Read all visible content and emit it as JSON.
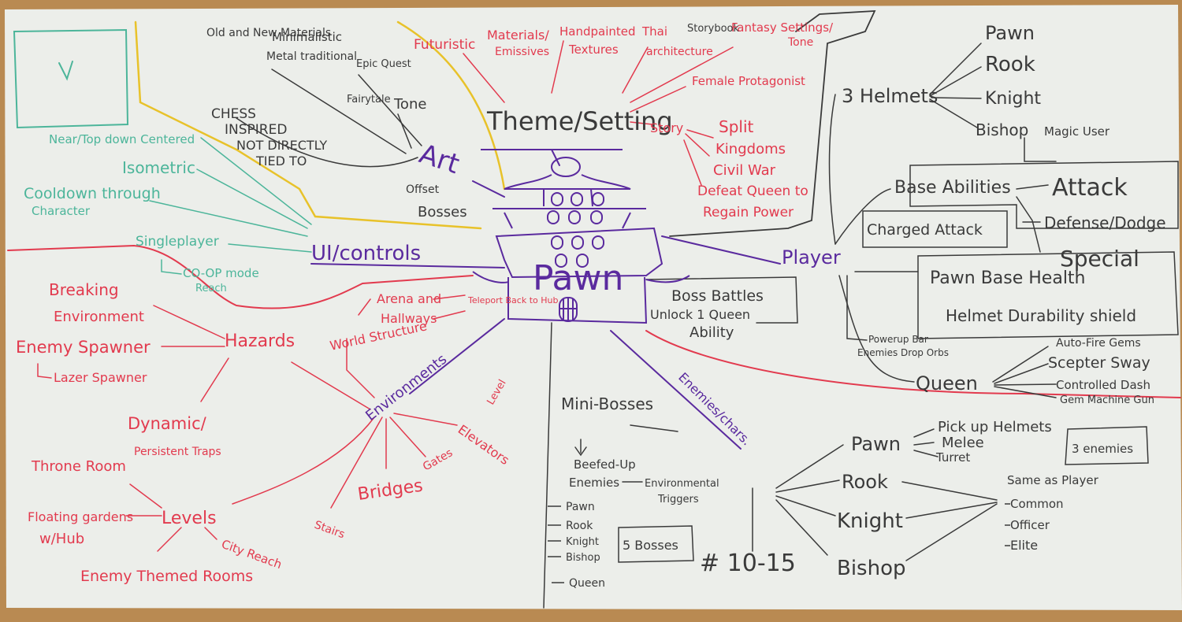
{
  "colors": {
    "frame": "#b98a52",
    "board": "#eceeea",
    "red": "#e23a4e",
    "purple": "#5a2a9e",
    "black": "#3a3a3a",
    "teal": "#4cb59a",
    "yellow": "#e8c22a"
  },
  "center": {
    "title": "Pawn"
  },
  "art": {
    "label": "Art",
    "items": [
      "Old and New Materials",
      "Minimalistic",
      "Metal traditional",
      "Epic Quest",
      "Fairytale",
      "Tone",
      "CHESS",
      "INSPIRED",
      "NOT DIRECTLY",
      "TIED TO",
      "Offset",
      "Bosses"
    ]
  },
  "theme": {
    "label": "Theme/Setting",
    "items": [
      "Futuristic",
      "Materials/",
      "Emissives",
      "Handpainted",
      "Textures",
      "Thai",
      "architecture",
      "Storybook",
      "Fantasy Settings/",
      "Tone",
      "Female Protagonist"
    ]
  },
  "story": {
    "label": "Story",
    "items": [
      "Split",
      "Kingdoms",
      "Civil War",
      "Defeat Queen to",
      "Regain Power"
    ]
  },
  "ui": {
    "label": "UI/controls",
    "items": [
      "Near/Top down Centered",
      "Isometric",
      "Cooldown through",
      "Character",
      "Singleplayer",
      "CO-OP mode",
      "Reach"
    ]
  },
  "player": {
    "label": "Player",
    "helmets": {
      "label": "3 Helmets",
      "items": [
        "Pawn",
        "Rook",
        "Knight",
        "Bishop",
        "Magic User"
      ]
    },
    "abilities": {
      "label": "Base Abilities",
      "items": [
        "Attack",
        "Defense/Dodge",
        "Special",
        "Charged Attack"
      ]
    },
    "health": [
      "Pawn Base Health",
      "Helmet Durability shield"
    ],
    "powerup": [
      "Powerup Bar",
      "Enemies Drop Orbs"
    ],
    "queen": {
      "label": "Queen",
      "items": [
        "Auto-Fire Gems",
        "Scepter Sway",
        "Controlled Dash",
        "Gem Machine Gun"
      ]
    }
  },
  "boss": {
    "lines": [
      "Boss Battles",
      "Unlock 1 Queen",
      "Ability"
    ]
  },
  "hazards": {
    "label": "Hazards",
    "items": [
      "Breaking",
      "Environment",
      "Enemy Spawner",
      "Lazer Spawner",
      "Dynamic/",
      "Persistent Traps"
    ]
  },
  "world": {
    "label": "World Structure",
    "items": [
      "Arena and",
      "Hallways",
      "Teleport Back to Hub"
    ]
  },
  "environments": {
    "label": "Environments",
    "items": [
      "Level",
      "Elevators",
      "Gates",
      "Bridges",
      "Stairs"
    ]
  },
  "levels": {
    "label": "Levels",
    "items": [
      "Throne Room",
      "Floating gardens",
      "w/Hub",
      "City Reach",
      "Enemy Themed Rooms"
    ]
  },
  "enemies": {
    "label": "Enemies/chars.",
    "pieces": [
      "Pawn",
      "Rook",
      "Knight",
      "Bishop"
    ],
    "pawn_details": [
      "Pick up Helmets",
      "Melee",
      "Turret"
    ],
    "count_box": "3 enemies",
    "ranks_title": "Same as Player",
    "ranks": [
      "Common",
      "Officer",
      "Elite"
    ]
  },
  "minibosses": {
    "label": "Mini-Bosses",
    "items": [
      "Beefed-Up",
      "Enemies",
      "Environmental",
      "Triggers"
    ],
    "list": [
      "Pawn",
      "Rook",
      "Knight",
      "Bishop",
      "Queen"
    ],
    "bosses_box": "5 Bosses",
    "count": "# 10-15"
  }
}
